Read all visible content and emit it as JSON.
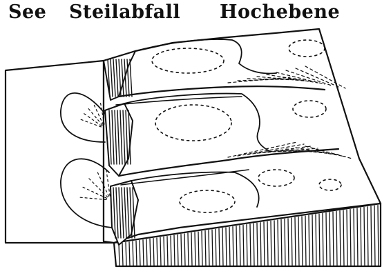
{
  "labels": {
    "see": "See",
    "steilabfall": "Steilabfall",
    "hochebene": "Hochebene"
  },
  "colors": {
    "ink": "#111111",
    "paper": "#ffffff"
  }
}
